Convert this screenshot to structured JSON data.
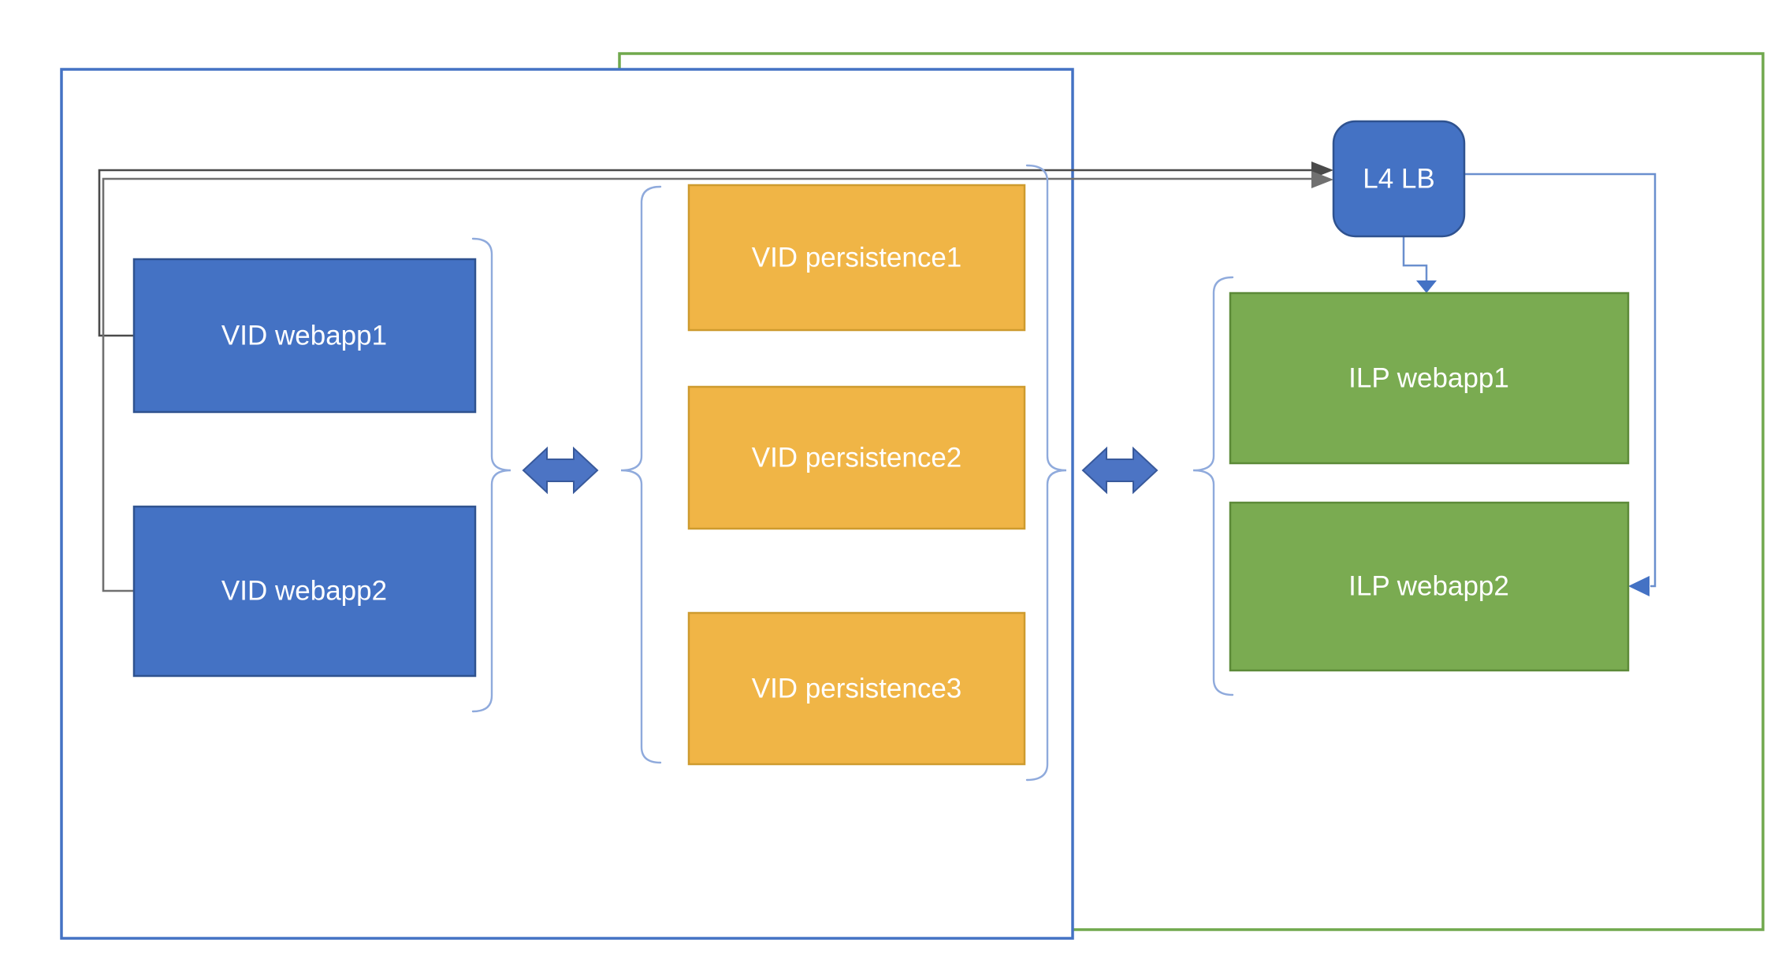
{
  "nodes": {
    "vid_webapp1": "VID webapp1",
    "vid_webapp2": "VID webapp2",
    "vid_persistence1": "VID persistence1",
    "vid_persistence2": "VID persistence2",
    "vid_persistence3": "VID persistence3",
    "l4_lb": "L4 LB",
    "ilp_webapp1": "ILP webapp1",
    "ilp_webapp2": "ILP webapp2"
  },
  "colors": {
    "zone_vid_border": "#4472C4",
    "zone_ilp_border": "#70A84D",
    "node_blue_fill": "#4472C4",
    "node_blue_border": "#2F528F",
    "node_orange_fill": "#F0B546",
    "node_orange_border": "#CE9B2E",
    "node_green_fill": "#7AAB51",
    "node_green_border": "#5C8A38",
    "brace": "#8FAADC",
    "connector_blue_line": "#6A8FCE",
    "connector_blue_head": "#4472C4",
    "connector_dark": "#4A4A4A",
    "connector_gray": "#707070",
    "arrow_fill": "#4C74C4",
    "arrow_border": "#38599B",
    "label_text": "#FFFFFF"
  }
}
